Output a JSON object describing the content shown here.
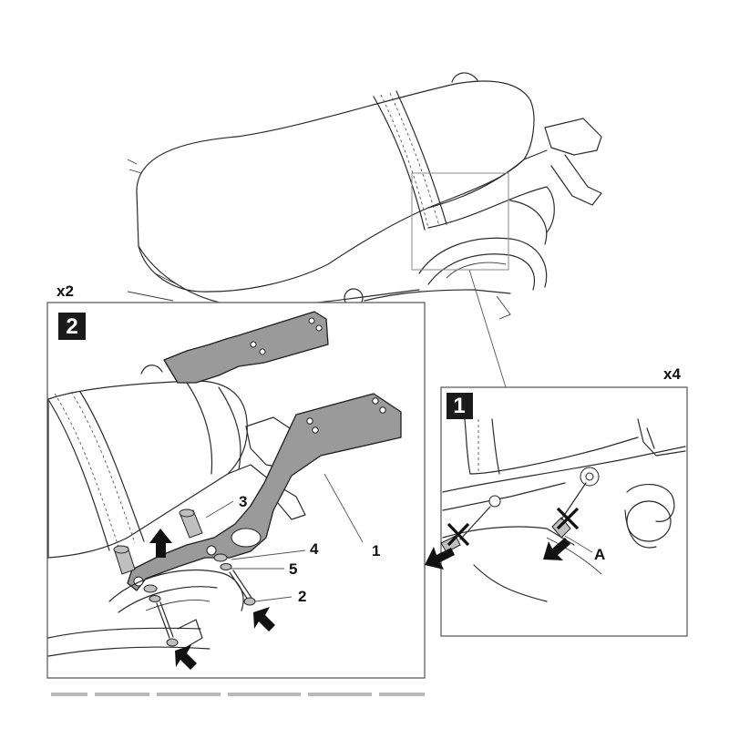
{
  "panel_main": {
    "quantity": "x2",
    "step": "2"
  },
  "panel_detail": {
    "quantity": "x4",
    "step": "1",
    "callout_a": "A"
  },
  "callouts": [
    "1",
    "2",
    "3",
    "4",
    "5"
  ],
  "colors": {
    "bracket": "#9a9a9a",
    "ink": "#111111",
    "step_badge": "#1a1a1a"
  }
}
